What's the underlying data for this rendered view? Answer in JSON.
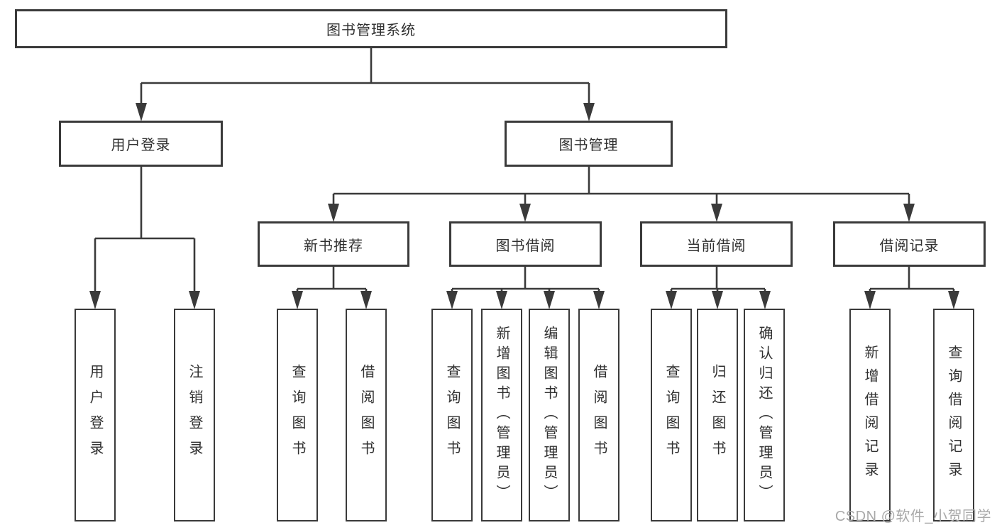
{
  "diagram": {
    "root": {
      "label": "图书管理系统"
    },
    "branches": [
      {
        "label": "用户登录",
        "leaves": [
          {
            "label": "用户登录"
          },
          {
            "label": "注销登录"
          }
        ]
      },
      {
        "label": "图书管理",
        "sections": [
          {
            "label": "新书推荐",
            "leaves": [
              {
                "label": "查询图书"
              },
              {
                "label": "借阅图书"
              }
            ]
          },
          {
            "label": "图书借阅",
            "leaves": [
              {
                "label": "查询图书"
              },
              {
                "label": "新增图书（管理员）"
              },
              {
                "label": "编辑图书（管理员）"
              },
              {
                "label": "借阅图书"
              }
            ]
          },
          {
            "label": "当前借阅",
            "leaves": [
              {
                "label": "查询图书"
              },
              {
                "label": "归还图书"
              },
              {
                "label": "确认归还（管理员）"
              }
            ]
          },
          {
            "label": "借阅记录",
            "leaves": [
              {
                "label": "新增借阅记录"
              },
              {
                "label": "查询借阅记录"
              }
            ]
          }
        ]
      }
    ]
  },
  "watermark": {
    "text": "CSDN @软件_小贺同学"
  },
  "colors": {
    "line": "#3a3a3a",
    "text": "#303030",
    "watermark": "#a9a9a9",
    "background": "#ffffff"
  }
}
